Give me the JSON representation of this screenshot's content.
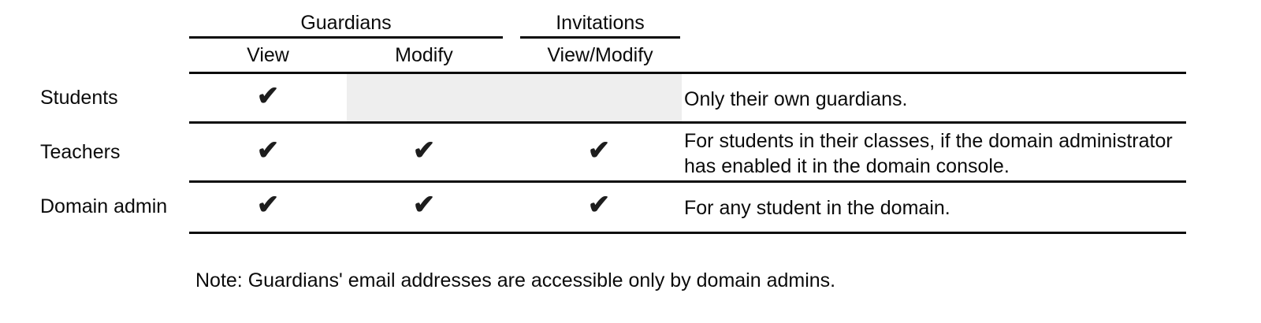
{
  "table": {
    "spanners": [
      {
        "label": "Guardians"
      },
      {
        "label": "Invitations"
      }
    ],
    "columns": [
      {
        "label": "View"
      },
      {
        "label": "Modify"
      },
      {
        "label": "View/Modify"
      }
    ],
    "check_glyph": "✔",
    "rows": [
      {
        "label": "Students",
        "view": "✔",
        "modify": "",
        "invitations": "",
        "note": "Only their own guardians."
      },
      {
        "label": "Teachers",
        "view": "✔",
        "modify": "✔",
        "invitations": "✔",
        "note": "For students in their classes, if the domain administrator\nhas enabled it in the domain console."
      },
      {
        "label": "Domain admin",
        "view": "✔",
        "modify": "✔",
        "invitations": "✔",
        "note": "For any student in the domain."
      }
    ]
  },
  "footnote": "Note: Guardians' email addresses are accessible only by domain admins.",
  "colors": {
    "rule": "#0b0b0b",
    "shaded_cell": "#eeeeee",
    "text": "#0b0b0b",
    "background": "#ffffff"
  }
}
